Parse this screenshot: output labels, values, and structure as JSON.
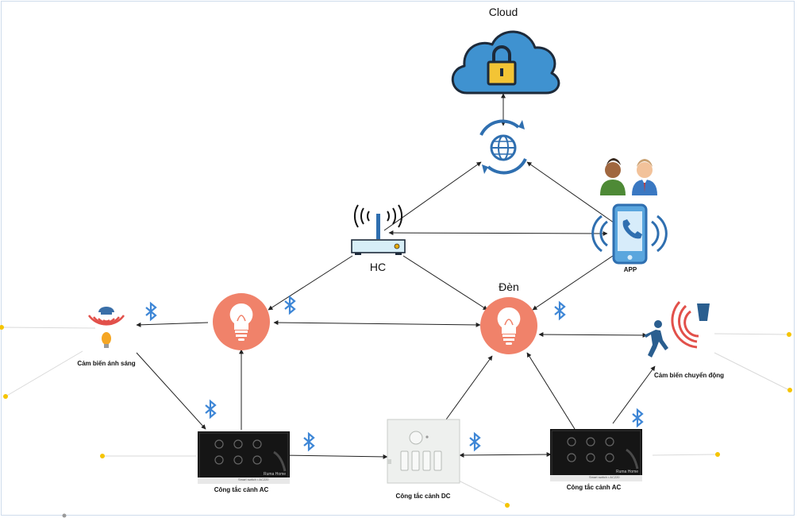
{
  "labels": {
    "cloud": "Cloud",
    "hub": "HC",
    "lamp_right": "Đèn",
    "app": "APP",
    "light_sensor": "Cảm biến ánh sáng",
    "motion_sensor": "Cảm biến chuyển động",
    "switch_ac_left": "Công tắc cảnh AC",
    "switch_dc": "Công tắc cảnh DC",
    "switch_ac_right": "Công tắc cảnh AC"
  },
  "switch_panel": {
    "brand_text": "Ruma Home",
    "caption_text": "Smart switch • AC220"
  },
  "icons": {
    "cloud": "cloud-lock-icon",
    "internet": "globe-sync-icon",
    "hub": "router-icon",
    "app": "smartphone-call-icon",
    "users": "users-icon",
    "lamp": "light-bulb-icon",
    "bluetooth": "bluetooth-icon",
    "light_sensor": "light-sensor-icon",
    "motion_sensor": "motion-sensor-icon"
  },
  "colors": {
    "bulb_circle": "#f0826a",
    "bluetooth": "#3d86d6",
    "cloud_fill": "#3f92d0",
    "lock_fill": "#f3c435",
    "hub_body": "#d7eef7",
    "globe": "#2f6fb0",
    "sensor_red": "#e2504a",
    "connector_dot": "#f5c400"
  }
}
